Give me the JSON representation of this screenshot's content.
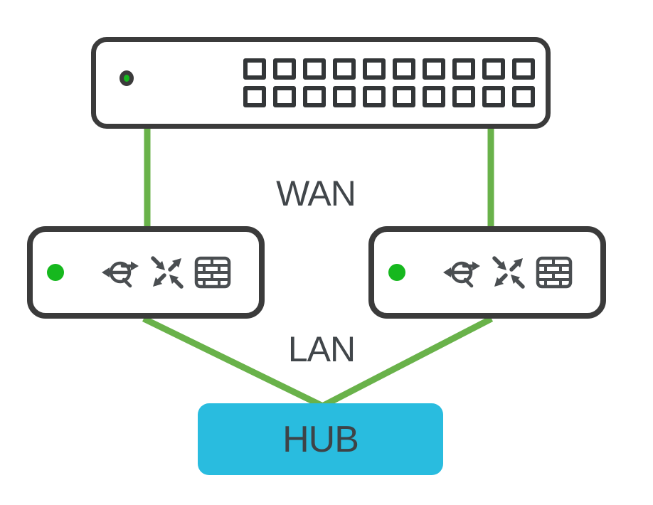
{
  "labels": {
    "wan": "WAN",
    "lan": "LAN",
    "hub": "HUB"
  },
  "colors": {
    "device_stroke": "#3b3b3b",
    "icon_gray": "#4a4e51",
    "label_text": "#41464a",
    "status_green": "#16b81e",
    "link_green": "#69b24a",
    "hub_fill": "#29bcdf",
    "hub_text": "#3e4347",
    "device_fill": "#ffffff",
    "canvas_bg": "#ffffff"
  },
  "switch": {
    "ports_rows": 2,
    "ports_cols": 10,
    "status": "online"
  },
  "appliances": [
    {
      "id": "left",
      "status": "online",
      "icons": [
        "nat-routing-icon",
        "traffic-arrows-icon",
        "firewall-icon"
      ]
    },
    {
      "id": "right",
      "status": "online",
      "icons": [
        "nat-routing-icon",
        "traffic-arrows-icon",
        "firewall-icon"
      ]
    }
  ],
  "links": [
    {
      "from": "switch",
      "to": "appliance-left",
      "segment": "WAN"
    },
    {
      "from": "switch",
      "to": "appliance-right",
      "segment": "WAN"
    },
    {
      "from": "appliance-left",
      "to": "hub",
      "segment": "LAN"
    },
    {
      "from": "appliance-right",
      "to": "hub",
      "segment": "LAN"
    }
  ]
}
